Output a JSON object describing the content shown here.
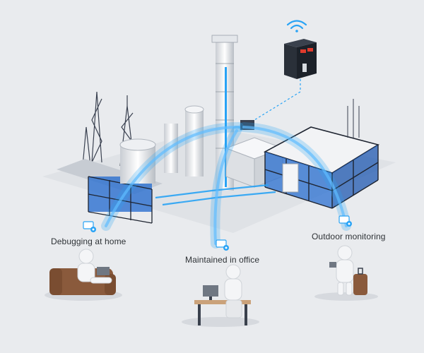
{
  "scenarios": {
    "home": {
      "label": "Debugging at home",
      "icon": "gear-monitor-icon"
    },
    "office": {
      "label": "Maintained in office",
      "icon": "gear-monitor-icon"
    },
    "outdoor": {
      "label": "Outdoor monitoring",
      "icon": "gear-monitor-icon"
    }
  },
  "device": {
    "icon": "wifi-icon"
  },
  "colors": {
    "background": "#e9ebee",
    "signal_blue": "#29a3f5",
    "steel_dark": "#1e2430",
    "steel_blue": "#2a6fd0",
    "accent_red": "#e03b2d"
  }
}
